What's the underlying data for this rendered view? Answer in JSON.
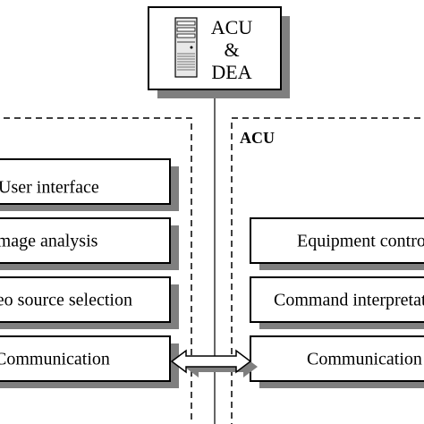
{
  "top_box": {
    "line1": "ACU",
    "line2": "&",
    "line3": "DEA"
  },
  "right_group": {
    "title": "ACU",
    "modules": [
      "Equipment control",
      "Command interpretation",
      "Communication"
    ]
  },
  "left_group": {
    "modules": [
      "User interface",
      "Image analysis",
      "Video source selection",
      "Communication"
    ]
  },
  "icons": {
    "server": "server-tower-icon",
    "link": "double-arrow-icon"
  }
}
